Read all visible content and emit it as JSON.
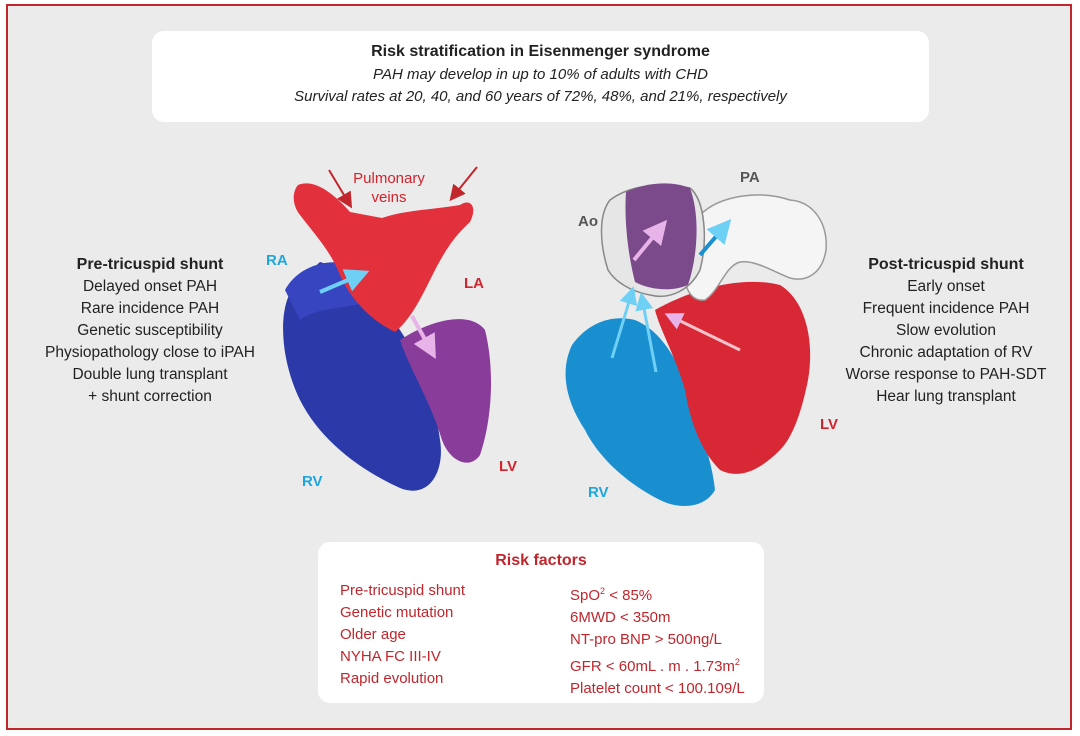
{
  "header": {
    "title": "Risk stratification in Eisenmenger syndrome",
    "line1": "PAH may develop in up to 10% of adults with CHD",
    "line2": "Survival rates at 20, 40, and 60 years of 72%, 48%, and 21%, respectively"
  },
  "left_panel": {
    "title": "Pre-tricuspid shunt",
    "items": [
      "Delayed onset PAH",
      "Rare incidence PAH",
      "Genetic susceptibility",
      "Physiopathology close to iPAH",
      "Double lung transplant",
      "+ shunt correction"
    ]
  },
  "right_panel": {
    "title": "Post-tricuspid shunt",
    "items": [
      "Early onset",
      "Frequent incidence PAH",
      "Slow evolution",
      "Chronic adaptation of RV",
      "Worse response to PAH-SDT",
      "Hear lung transplant"
    ]
  },
  "left_heart": {
    "note_line1": "Pulmonary",
    "note_line2": "veins",
    "ra": "RA",
    "la": "LA",
    "rv": "RV",
    "lv": "LV"
  },
  "right_heart": {
    "ao": "Ao",
    "pa": "PA",
    "rv": "RV",
    "lv": "LV"
  },
  "risk_factors": {
    "title": "Risk factors",
    "col1": [
      "Pre-tricuspid shunt",
      "Genetic mutation",
      "Older age",
      "NYHA FC III-IV",
      "Rapid evolution"
    ],
    "col2": {
      "spo2_prefix": "SpO",
      "spo2_sup": "2",
      "spo2_suffix": " < 85%",
      "mwd": "6MWD < 350m",
      "bnp": "NT-pro BNP > 500ng/L",
      "gfr_prefix": "GFR < 60mL . m . 1.73m",
      "gfr_sup": "2",
      "platelet": "Platelet count < 100.109/L"
    }
  },
  "colors": {
    "border": "#c0262c",
    "background": "#ebebeb",
    "chamber_red": "#e2313d",
    "chamber_blue": "#2b3aa8",
    "chamber_purple": "#8a3c9a",
    "chamber_lightblue": "#1a8fd0",
    "label_blue": "#1fa6dc"
  }
}
